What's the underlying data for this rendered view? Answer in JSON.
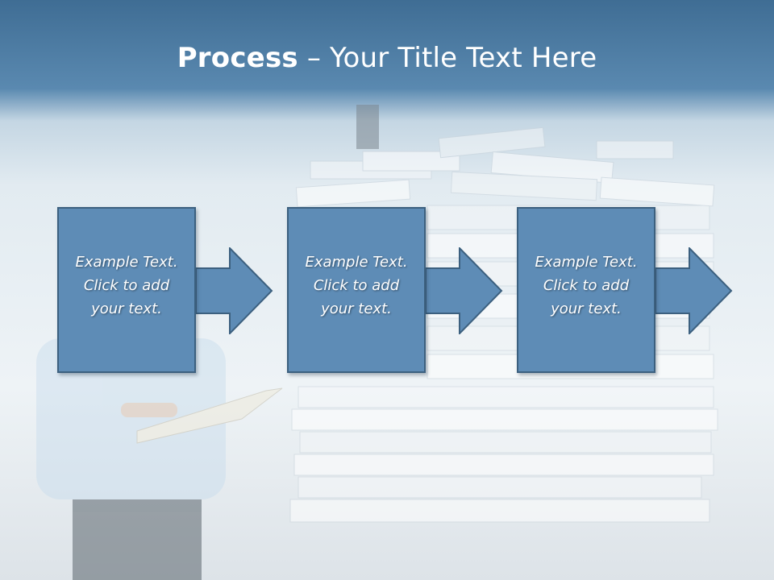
{
  "title": {
    "bold": "Process",
    "rest": " – Your Title Text Here"
  },
  "steps": [
    {
      "lines": [
        "Example Text.",
        "Click  to add",
        "your text."
      ]
    },
    {
      "lines": [
        "Example Text.",
        "Click  to add",
        "your text."
      ]
    },
    {
      "lines": [
        "Example Text.",
        "Click  to add",
        "your text."
      ]
    }
  ],
  "colors": {
    "box_fill": "#5e8cb6",
    "box_border": "#3c607f",
    "header": "#4a7aa3"
  }
}
